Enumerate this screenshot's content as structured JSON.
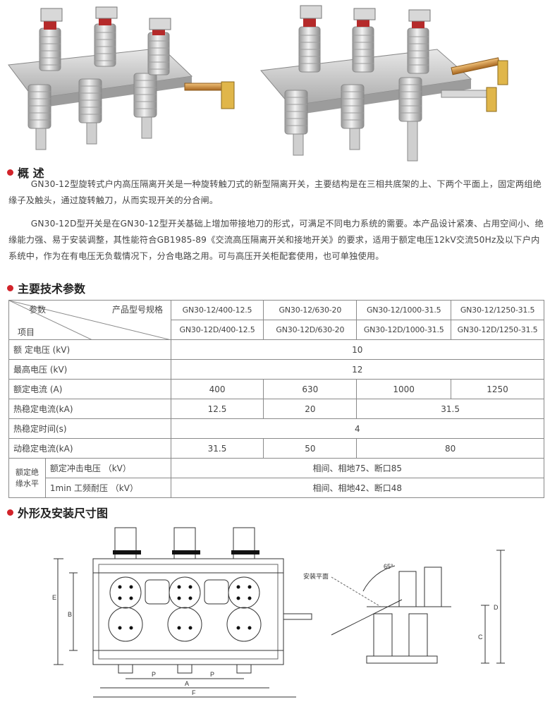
{
  "section1": {
    "title": "概 述"
  },
  "intro": {
    "p1": "GN30-12型旋转式户内高压隔离开关是一种旋转触刀式的新型隔离开关，主要结构是在三相共底架的上、下两个平面上，固定两组绝缘子及触头，通过旋转触刀，从而实现开关的分合闸。",
    "p2": "GN30-12D型开关是在GN30-12型开关基础上增加带接地刀的形式，可满足不同电力系统的需要。本产品设计紧凑、占用空间小、绝缘能力强、易于安装调整，其性能符合GB1985-89《交流高压隔离开关和接地开关》的要求，适用于额定电压12kV交流50Hz及以下户内系统中，作为在有电压无负载情况下，分合电路之用。可与高压开关柜配套使用，也可单独使用。"
  },
  "section2": {
    "title": "主要技术参数"
  },
  "table": {
    "corner_params": "参数",
    "corner_model": "产品型号规格",
    "corner_item": "项目",
    "models_row1": [
      "GN30-12/400-12.5",
      "GN30-12/630-20",
      "GN30-12/1000-31.5",
      "GN30-12/1250-31.5"
    ],
    "models_row2": [
      "GN30-12D/400-12.5",
      "GN30-12D/630-20",
      "GN30-12D/1000-31.5",
      "GN30-12D/1250-31.5"
    ],
    "rated_voltage": {
      "label": "额 定电压 (kV)",
      "value": "10"
    },
    "max_voltage": {
      "label": "最高电压  (kV)",
      "value": "12"
    },
    "rated_current": {
      "label": "额定电流  (A)",
      "values": [
        "400",
        "630",
        "1000",
        "1250"
      ]
    },
    "thermal_current": {
      "label": "热稳定电流(kA)",
      "values": [
        "12.5",
        "20",
        "31.5"
      ]
    },
    "thermal_time": {
      "label": "热稳定时间(s)",
      "value": "4"
    },
    "dynamic_current": {
      "label": "动稳定电流(kA)",
      "values": [
        "31.5",
        "50",
        "80"
      ]
    },
    "insulation": {
      "label_line1": "额定绝",
      "label_line2": "缘水平",
      "impulse_label": "额定冲击电压   （kV）",
      "impulse_value": "相间、相地75、断口85",
      "power_freq_label": "1min 工频耐压 （kV）",
      "power_freq_value": "相间、相地42、断口48"
    }
  },
  "section3": {
    "title": "外形及安装尺寸图"
  },
  "drawing": {
    "label_install_plane": "安装平面",
    "label_angle": "65°",
    "dim_E": "E",
    "dim_B": "B",
    "dim_P": "P",
    "dim_A": "A",
    "dim_F": "F",
    "dim_C": "C",
    "dim_D": "D"
  },
  "colors": {
    "accent": "#d2232a",
    "porcelain": "#dcdcdc",
    "frame": "#c9c9c9",
    "copper": "#c98a3a"
  }
}
